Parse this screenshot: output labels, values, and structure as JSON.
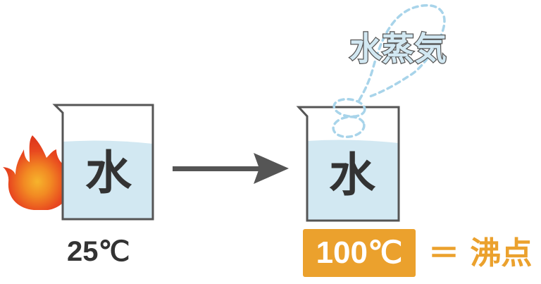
{
  "diagram": {
    "left_beaker": {
      "label": "水",
      "temperature": "25℃"
    },
    "arrow": {
      "direction": "right",
      "color": "#555555"
    },
    "right_beaker": {
      "label": "水",
      "temperature": "100℃"
    },
    "steam_label": "水蒸気",
    "boiling_point_label": "＝ 沸点",
    "colors": {
      "water": "#d2e8f2",
      "beaker_outline": "#555555",
      "text_dark": "#333333",
      "accent_orange": "#eba12d",
      "flame_outer": "#e53a1e",
      "flame_inner": "#f5a623",
      "steam_dash": "#a8d4ea"
    },
    "icons": [
      "flame-icon",
      "beaker-icon",
      "arrow-right-icon",
      "steam-bubble-icon"
    ]
  }
}
